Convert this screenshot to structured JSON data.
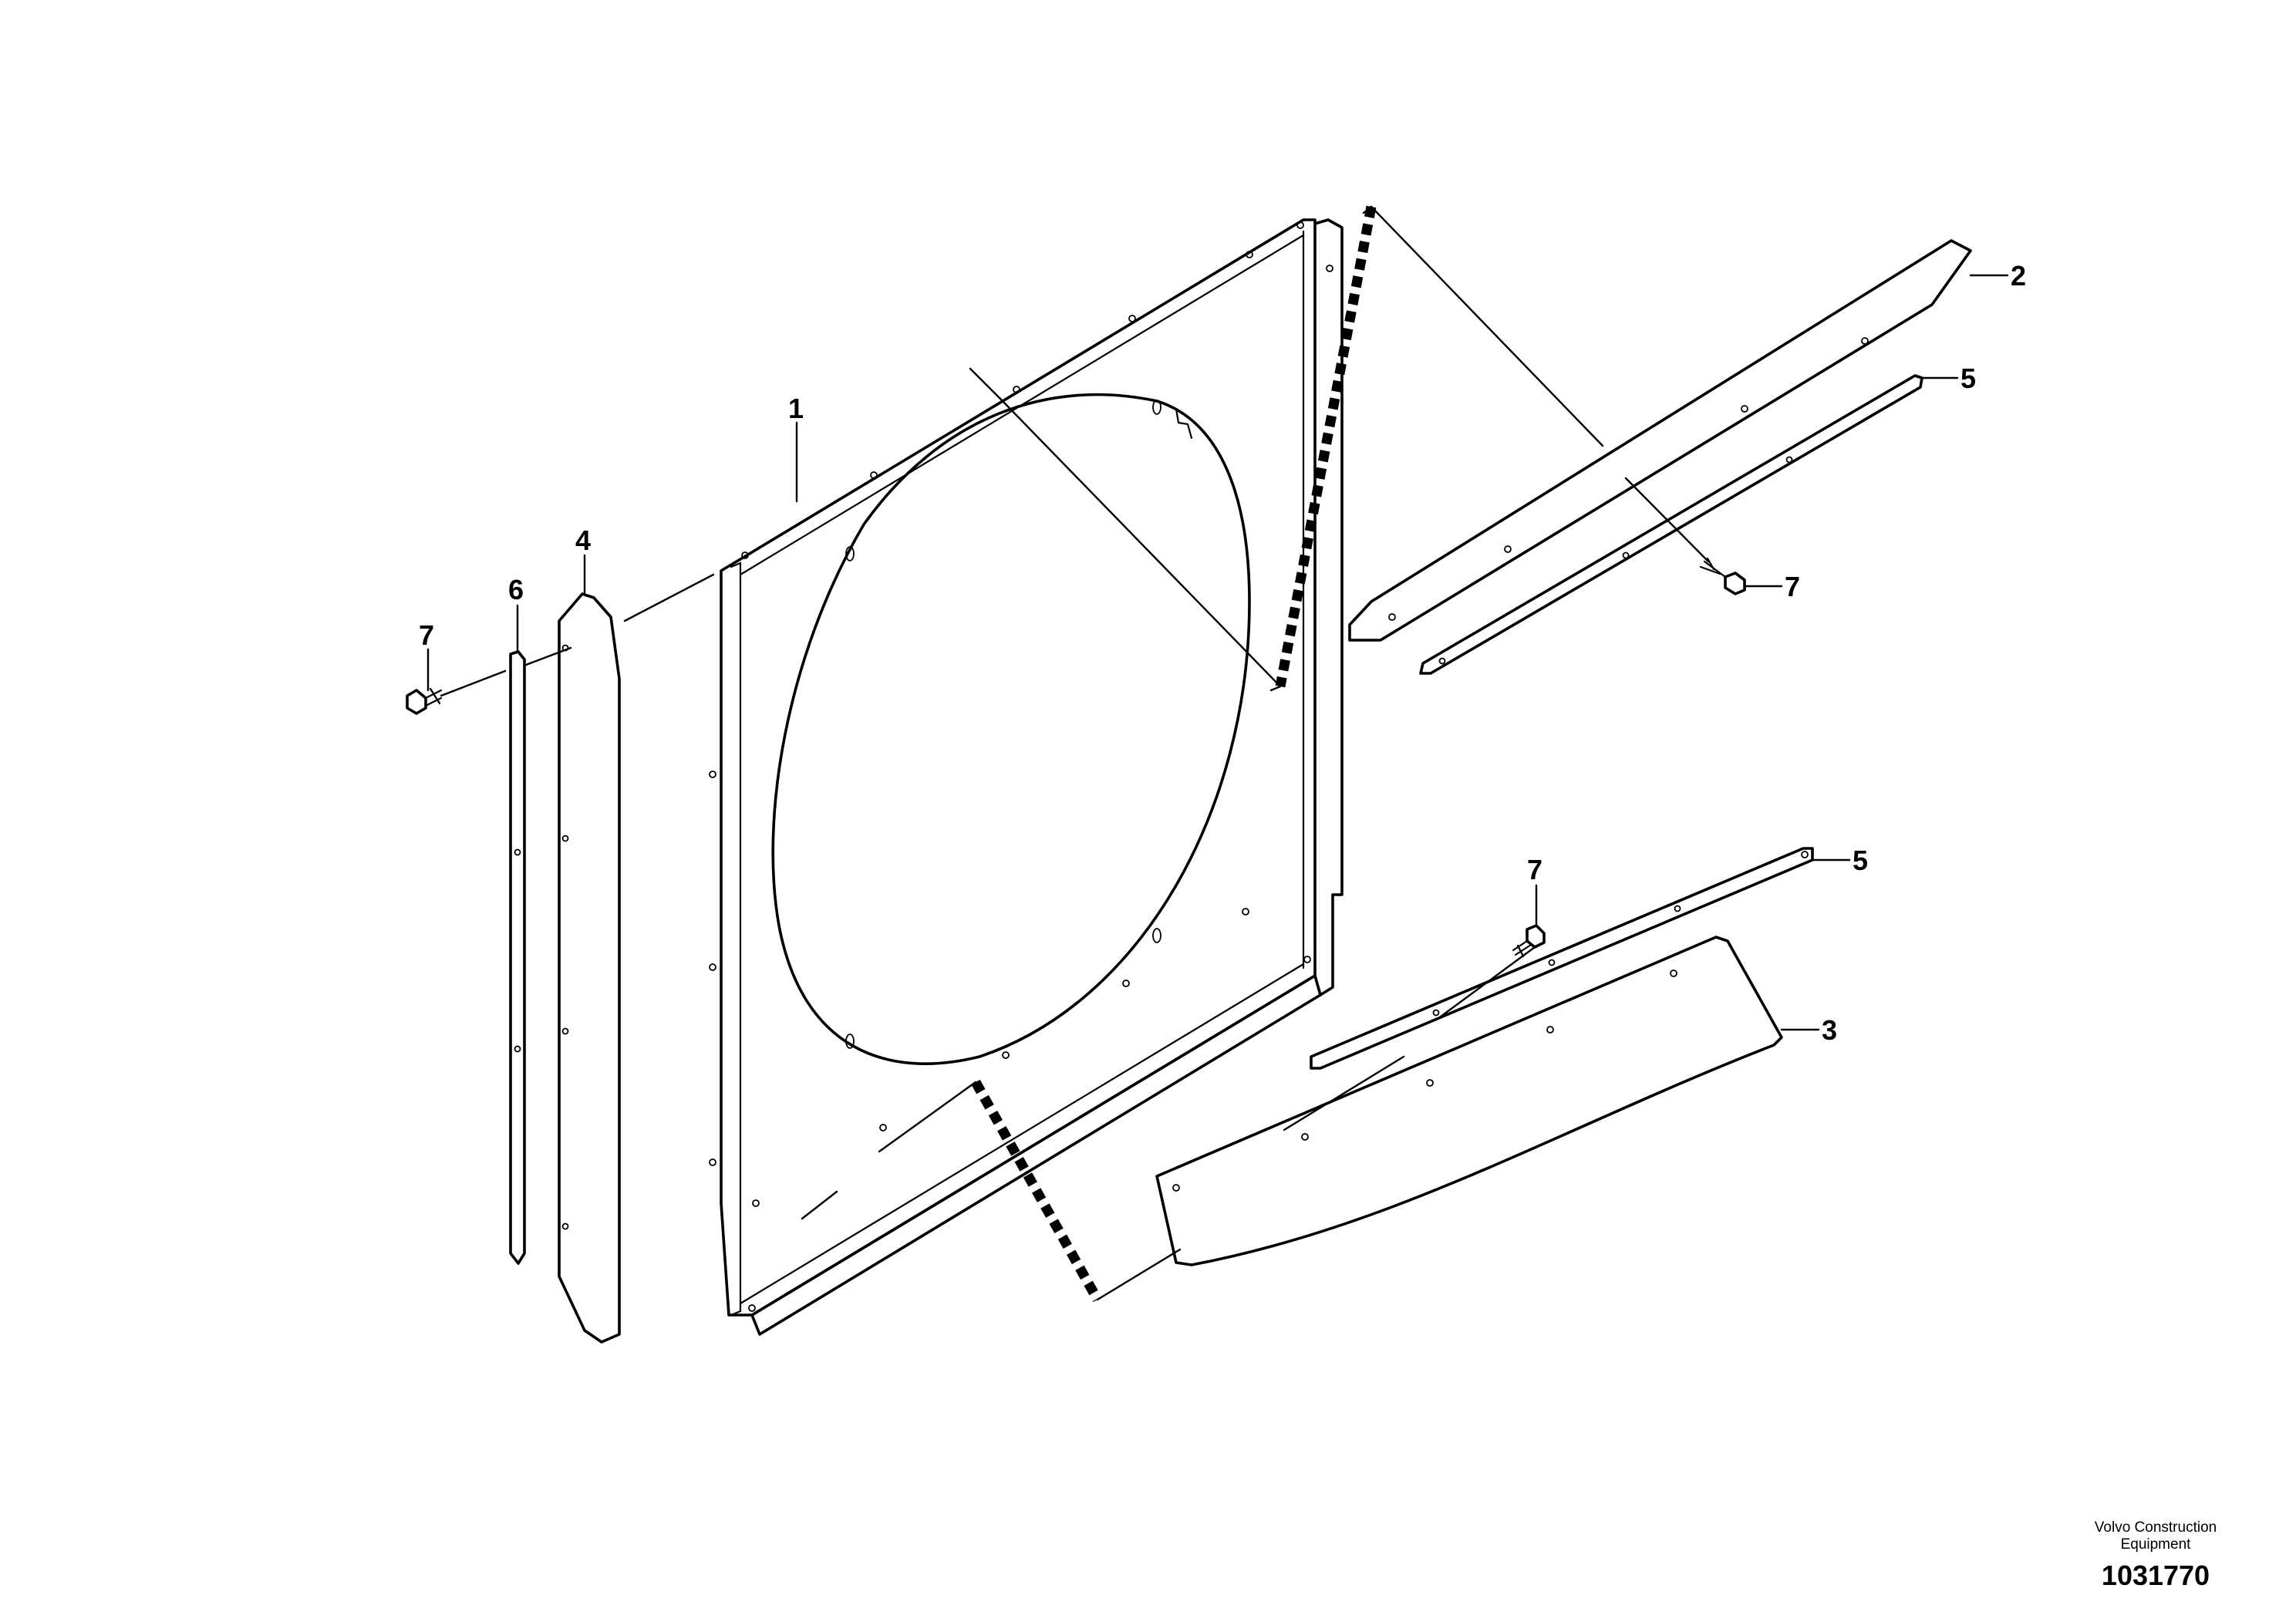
{
  "callouts": {
    "c1": "1",
    "c2": "2",
    "c3": "3",
    "c4": "4",
    "c5a": "5",
    "c5b": "5",
    "c6": "6",
    "c7a": "7",
    "c7b": "7",
    "c7c": "7"
  },
  "footer": {
    "brand_line1": "Volvo Construction",
    "brand_line2": "Equipment",
    "drawing_number": "1031770"
  }
}
